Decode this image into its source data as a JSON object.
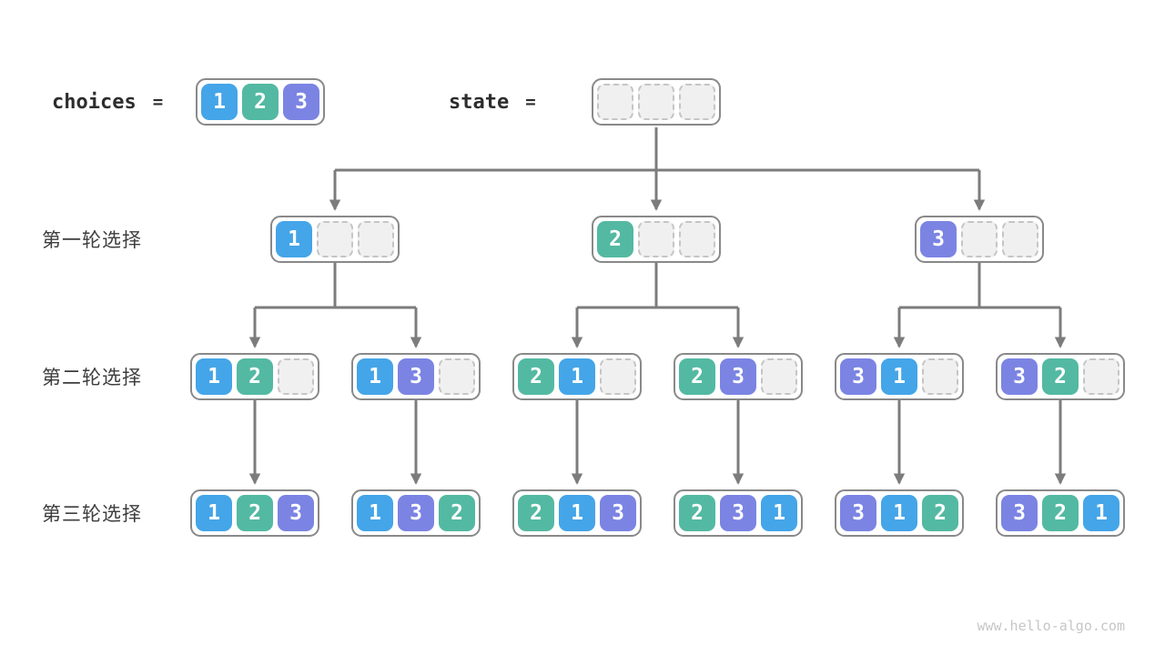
{
  "site": {
    "watermark": "www.hello-algo.com"
  },
  "colors": {
    "choice1": "#44a5e8",
    "choice2": "#53b9a2",
    "choice3": "#7b84e3",
    "empty_cell_bg": "#f0f0f0",
    "empty_cell_border": "#c5c5c5",
    "node_border": "#898989",
    "arrow": "#7c7c7c"
  },
  "header": {
    "choices_label": "choices",
    "equals_sign": "=",
    "state_label": "state",
    "choices_cells": [
      "1",
      "2",
      "3"
    ],
    "state_cells": [
      null,
      null,
      null
    ]
  },
  "rows": [
    {
      "label": "第一轮选择",
      "nodes": [
        [
          "1",
          null,
          null
        ],
        [
          "2",
          null,
          null
        ],
        [
          "3",
          null,
          null
        ]
      ]
    },
    {
      "label": "第二轮选择",
      "nodes": [
        [
          "1",
          "2",
          null
        ],
        [
          "1",
          "3",
          null
        ],
        [
          "2",
          "1",
          null
        ],
        [
          "2",
          "3",
          null
        ],
        [
          "3",
          "1",
          null
        ],
        [
          "3",
          "2",
          null
        ]
      ]
    },
    {
      "label": "第三轮选择",
      "nodes": [
        [
          "1",
          "2",
          "3"
        ],
        [
          "1",
          "3",
          "2"
        ],
        [
          "2",
          "1",
          "3"
        ],
        [
          "2",
          "3",
          "1"
        ],
        [
          "3",
          "1",
          "2"
        ],
        [
          "3",
          "2",
          "1"
        ]
      ]
    }
  ]
}
